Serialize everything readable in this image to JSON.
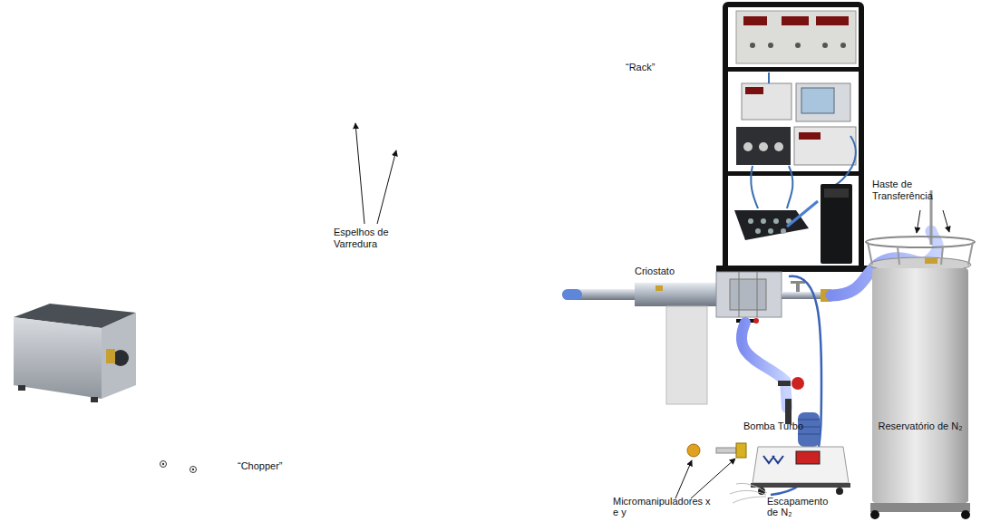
{
  "diagram": {
    "nodes": [
      {
        "text": [
          "Reservatório de N₂"
        ]
      }
    ],
    "labels": [
      "“Rack”",
      "Espelhos de Varredura",
      "Haste de Transferência",
      "Criostato",
      "Bomba Turbo",
      "Micromanipuladores x e y",
      "Escapamento de N₂",
      "“Chopper”"
    ]
  }
}
